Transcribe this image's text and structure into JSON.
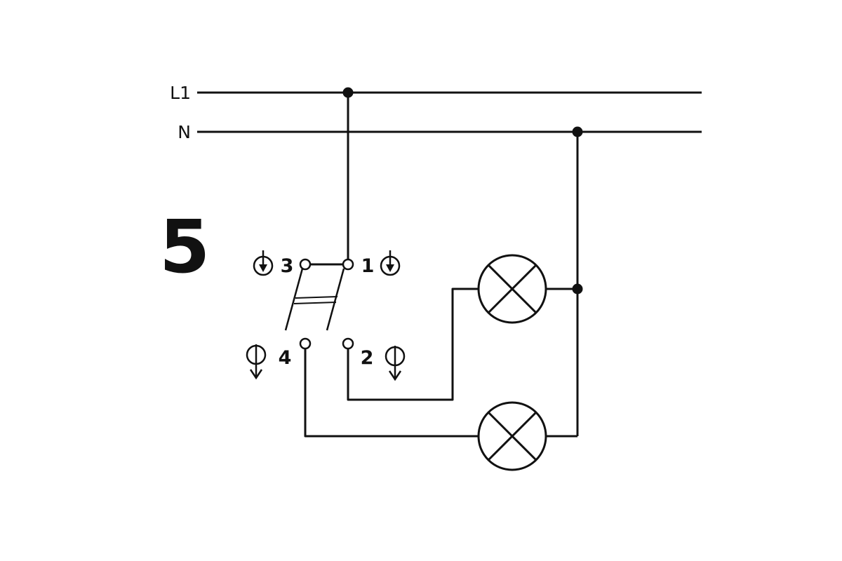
{
  "figure": {
    "number": "5"
  },
  "power_lines": {
    "line1_label": "L1",
    "neutral_label": "N"
  },
  "switch": {
    "type": "series-switch-two-pole",
    "terminals": {
      "top_left": "3",
      "top_right": "1",
      "bottom_left": "4",
      "bottom_right": "2"
    }
  },
  "icons": {
    "lamp": "lamp-cross-circle-icon",
    "actuator_top": "arrow-into-circle-icon",
    "actuator_bottom": "arrow-through-circle-icon",
    "junction": "junction-dot"
  },
  "colors": {
    "stroke": "#111111",
    "background": "#ffffff"
  }
}
